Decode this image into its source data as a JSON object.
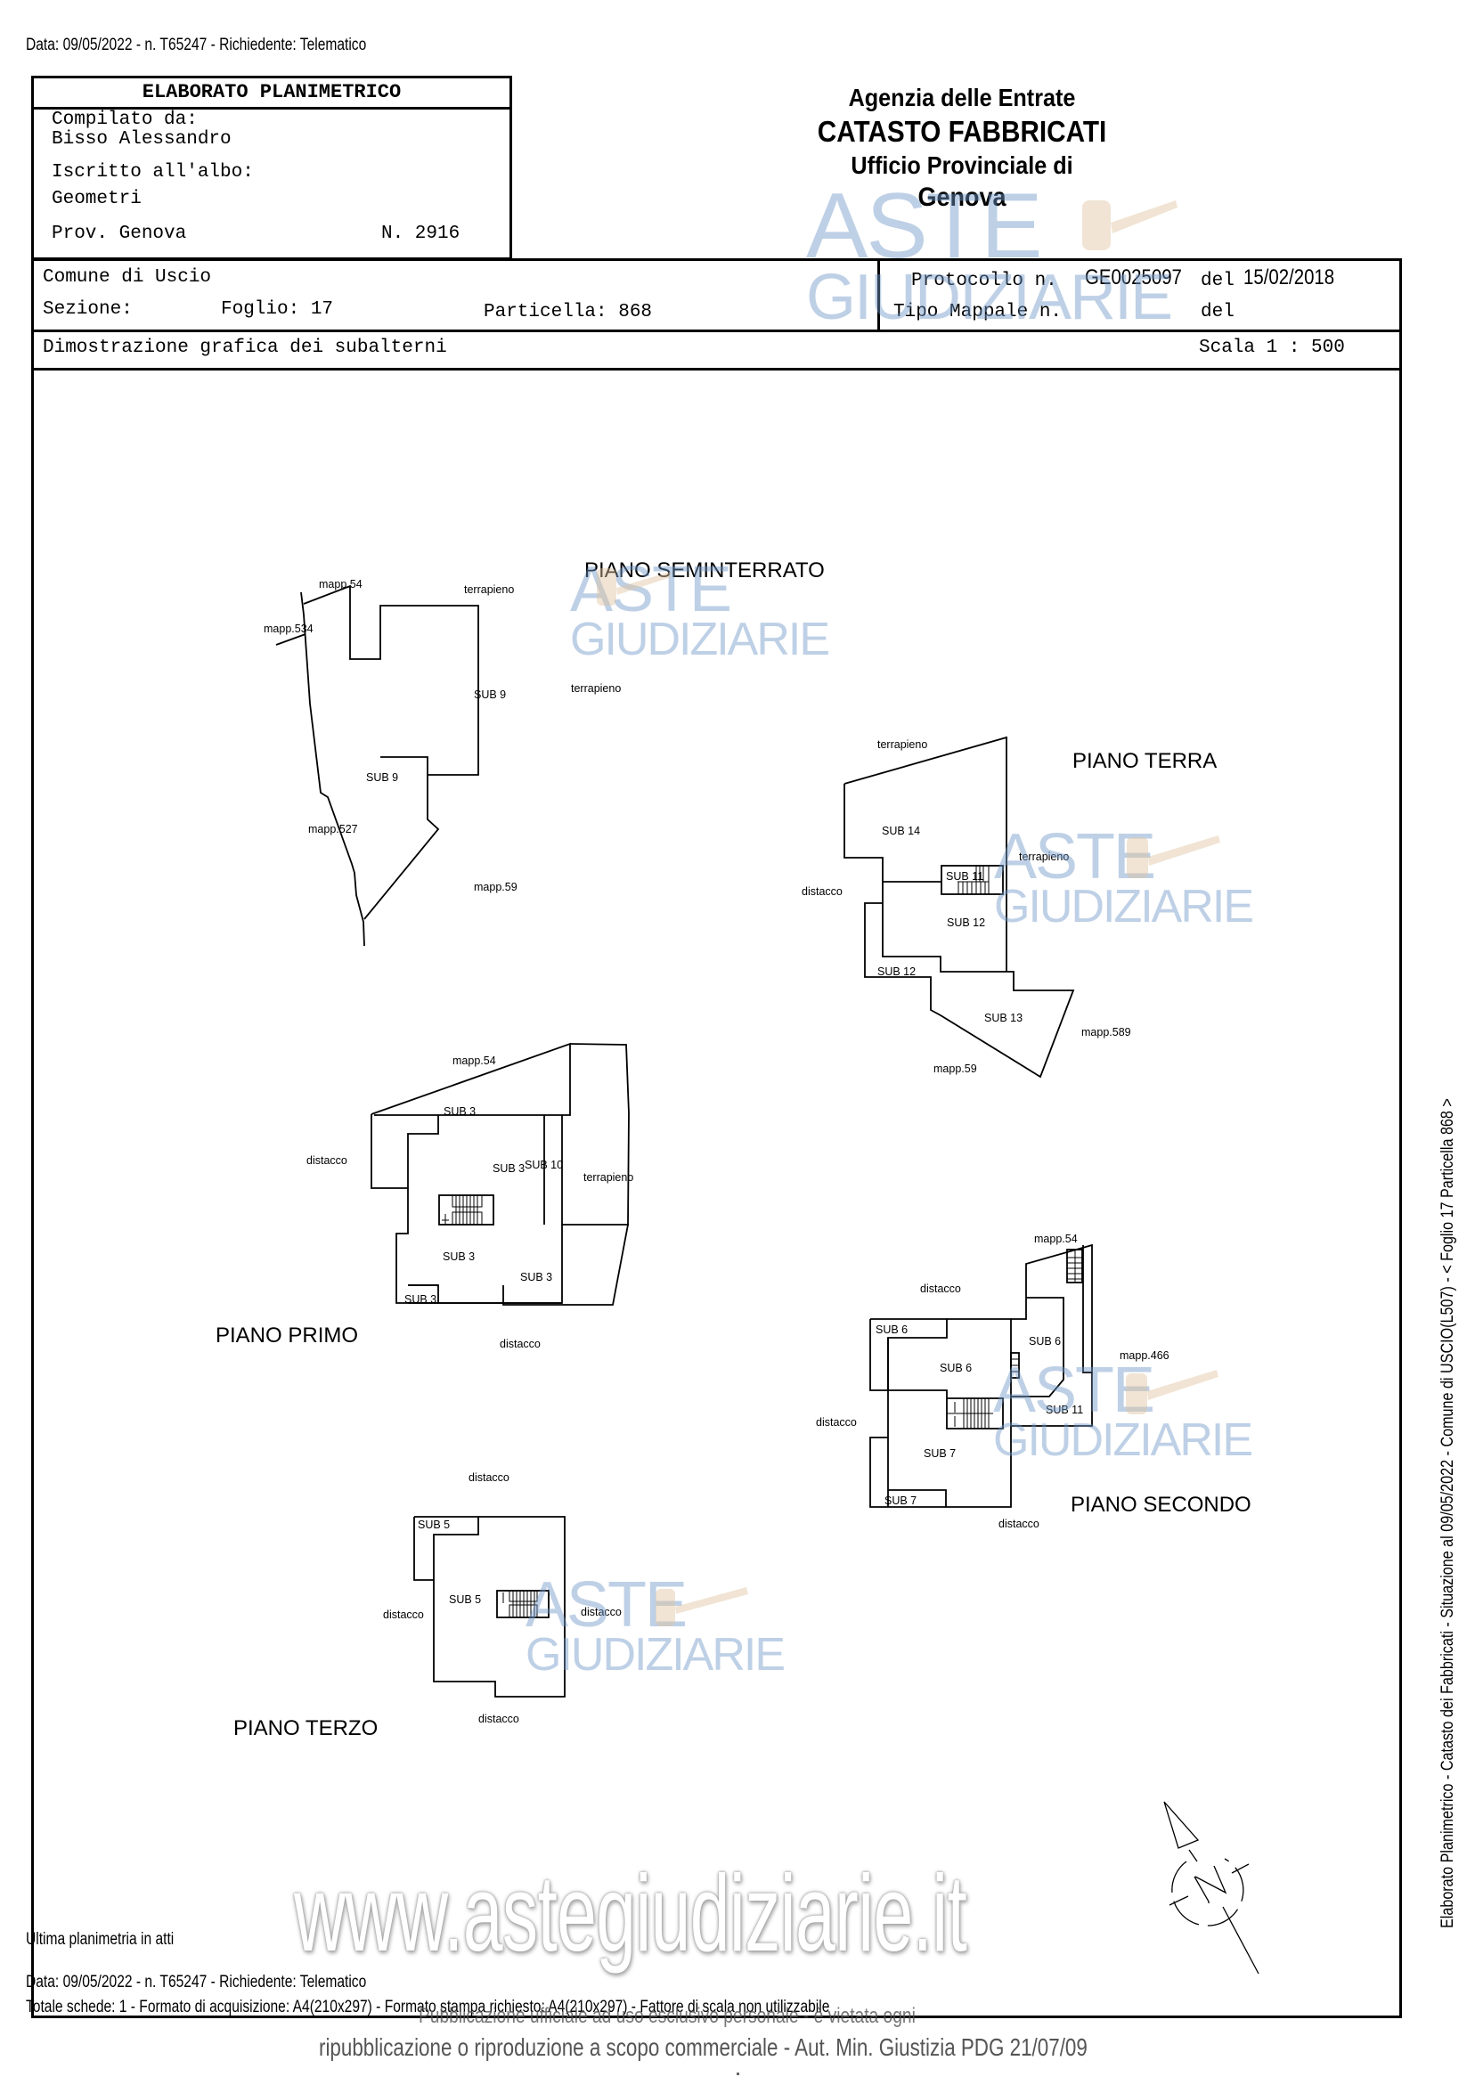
{
  "header_meta": "Data: 09/05/2022 - n. T65247 - Richiedente: Telematico",
  "title_box": {
    "title": "ELABORATO PLANIMETRICO",
    "compiled_by_label": "Compilato da:",
    "compiled_by": "Bisso Alessandro",
    "registered_label": "Iscritto all'albo:",
    "registered": "Geometri",
    "province": "Prov. Genova",
    "number": "N. 2916"
  },
  "agency": {
    "line1": "Agenzia delle Entrate",
    "line2": "CATASTO FABBRICATI",
    "line3": "Ufficio Provinciale di",
    "line4": "Genova"
  },
  "parcel": {
    "comune": "Comune di Uscio",
    "sezione_label": "Sezione:",
    "foglio": "Foglio: 17",
    "particella": "Particella: 868",
    "protocollo_label": "Protocollo n.",
    "protocollo": "GE0025097",
    "del_label": "del",
    "protocollo_date": "15/02/2018",
    "tipo_mappale_label": "Tipo Mappale n.",
    "tipo_mappale_del": "del",
    "subject": "Dimostrazione grafica dei subalterni",
    "scale": "Scala 1 : 500"
  },
  "plans": {
    "seminterrato": {
      "title": "PIANO SEMINTERRATO",
      "labels": [
        "mapp.54",
        "terrapieno",
        "mapp.534",
        "SUB 9",
        "terrapieno",
        "SUB 9",
        "mapp.527",
        "mapp.59"
      ]
    },
    "terra": {
      "title": "PIANO TERRA",
      "labels": [
        "terrapieno",
        "SUB 14",
        "terrapieno",
        "SUB 11",
        "distacco",
        "SUB 12",
        "SUB 12",
        "SUB 13",
        "mapp.589",
        "mapp.59"
      ]
    },
    "primo": {
      "title": "PIANO PRIMO",
      "labels": [
        "mapp.54",
        "SUB 3",
        "distacco",
        "SUB 3",
        "SUB 10",
        "terrapieno",
        "SUB 3",
        "SUB 3",
        "SUB 3",
        "distacco"
      ]
    },
    "secondo": {
      "title": "PIANO SECONDO",
      "labels": [
        "mapp.54",
        "distacco",
        "SUB 6",
        "SUB 6",
        "SUB 6",
        "mapp.466",
        "distacco",
        "SUB 11",
        "SUB 7",
        "SUB 7",
        "distacco"
      ]
    },
    "terzo": {
      "title": "PIANO TERZO",
      "labels": [
        "distacco",
        "SUB 5",
        "SUB 5",
        "distacco",
        "distacco",
        "distacco"
      ]
    }
  },
  "watermarks": {
    "aste": "ASTE",
    "giudiziarie": "GIUDIZIARIE",
    "site": "www.astegiudiziarie.it"
  },
  "side_text": "Elaborato Planimetrico - Catasto dei Fabbricati - Situazione al 09/05/2022 - Comune di USCIO(L507) - < Foglio 17 Particella 868 >",
  "footer": {
    "last_plan": "Ultima planimetria in atti",
    "meta": "Data: 09/05/2022 - n. T65247 - Richiedente: Telematico",
    "totals": "Totale schede: 1 - Formato di acquisizione: A4(210x297) - Formato stampa richiesto: A4(210x297) - Fattore di scala non utilizzabile",
    "publication_1": "Pubblicazione ufficiale ad uso esclusivo personale - è vietata ogni",
    "publication_2": "ripubblicazione o riproduzione a scopo commerciale - Aut. Min. Giustizia PDG 21/07/09"
  },
  "compass_icon": "north-arrow-icon"
}
